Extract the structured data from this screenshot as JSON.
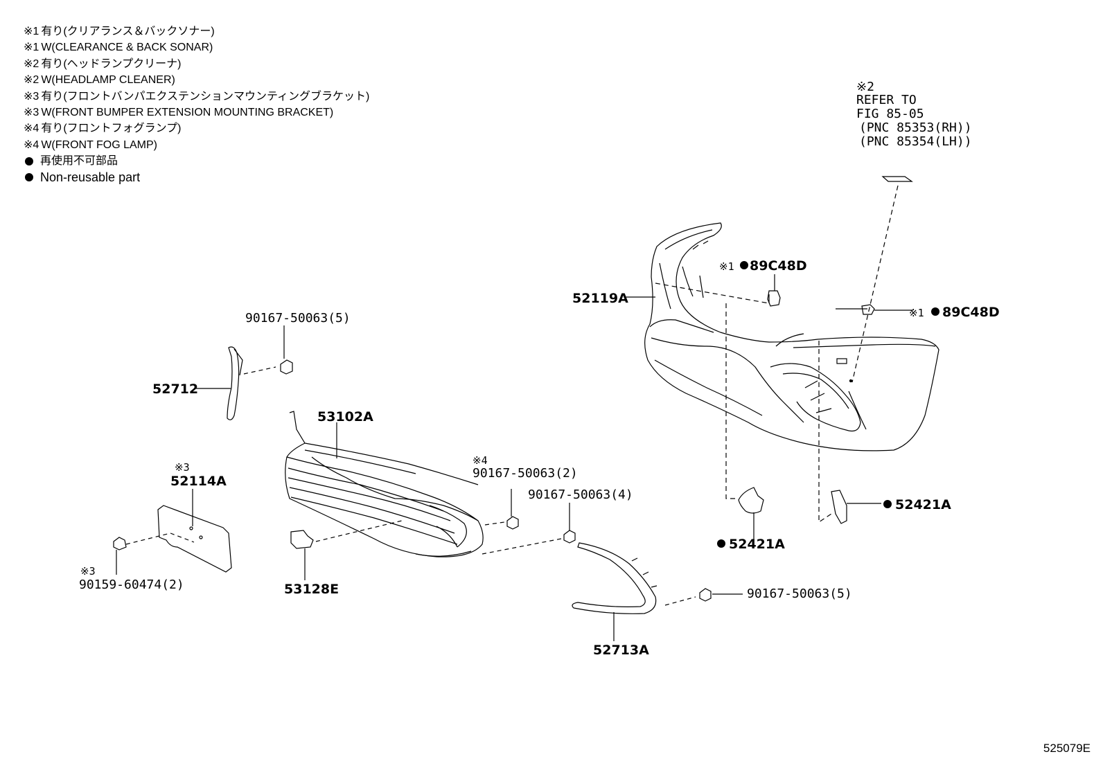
{
  "legend": [
    {
      "mark": "※1",
      "text": "有り(クリアランス＆バックソナー)"
    },
    {
      "mark": "※1",
      "text": "W(CLEARANCE & BACK SONAR)"
    },
    {
      "mark": "※2",
      "text": "有り(ヘッドランプクリーナ)"
    },
    {
      "mark": "※2",
      "text": "W(HEADLAMP CLEANER)"
    },
    {
      "mark": "※3",
      "text": "有り(フロントバンパエクステンションマウンティングブラケット)"
    },
    {
      "mark": "※3",
      "text": "W(FRONT BUMPER EXTENSION MOUNTING BRACKET)"
    },
    {
      "mark": "※4",
      "text": "有り(フロントフォグランプ)"
    },
    {
      "mark": "※4",
      "text": "W(FRONT FOG LAMP)"
    },
    {
      "mark": "●",
      "text": "再使用不可部品"
    },
    {
      "mark": "●",
      "text": "Non-reusable part"
    }
  ],
  "refer": {
    "mark": "※2",
    "line1": "REFER TO",
    "line2": "FIG 85-05",
    "line3": "(PNC 85353(RH))",
    "line4": "(PNC 85354(LH))"
  },
  "callouts": {
    "c52119A": "52119A",
    "c89C48D_top": "89C48D",
    "c89C48D_top_mark": "※1",
    "c89C48D_right": "89C48D",
    "c89C48D_right_mark": "※1",
    "c90167_50063_5_top": "90167-50063(5)",
    "c52712": "52712",
    "c53102A": "53102A",
    "c52114A": "52114A",
    "c52114A_mark": "※3",
    "c90167_50063_2": "90167-50063(2)",
    "c90167_50063_2_mark": "※4",
    "c90167_50063_4": "90167-50063(4)",
    "c52421A_right": "52421A",
    "c52421A_left": "52421A",
    "c90159_60474_2": "90159-60474(2)",
    "c90159_mark": "※3",
    "c53128E": "53128E",
    "c90167_50063_5_bottom": "90167-50063(5)",
    "c52713A": "52713A"
  },
  "figure_number": "525079E"
}
